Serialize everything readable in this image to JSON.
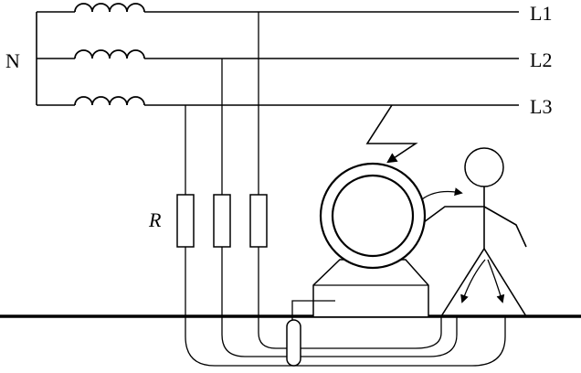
{
  "labels": {
    "neutral": "N",
    "line1": "L1",
    "line2": "L2",
    "line3": "L3",
    "resistor": "R"
  },
  "colors": {
    "stroke": "#000000",
    "background": "#ffffff"
  }
}
